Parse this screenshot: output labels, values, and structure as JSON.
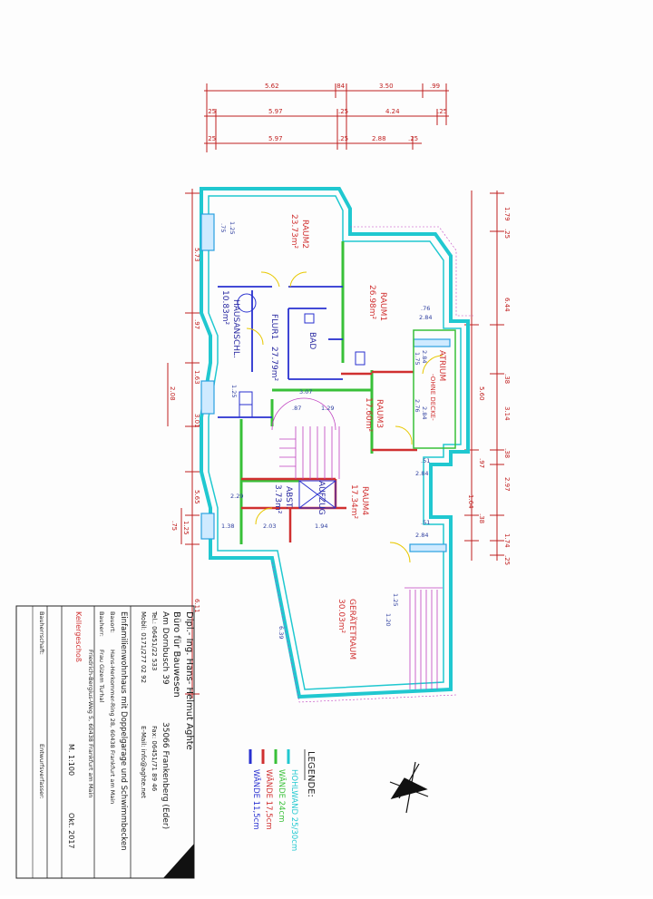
{
  "dimensions_top": {
    "row1": [
      "5.62",
      ".84",
      "3.50",
      ".99"
    ],
    "row2": [
      ".25",
      "5.97",
      ".25",
      "4.24",
      ".25"
    ],
    "row3": [
      ".25",
      "5.97",
      ".25",
      "2.88",
      ".25"
    ]
  },
  "dimensions_right": [
    "1.79",
    ".25",
    "6.44",
    ".38",
    "5.60",
    "3.14",
    ".38",
    ".97",
    "2.97",
    "1.64",
    ".38",
    "1.74",
    ".25"
  ],
  "dimensions_left": [
    "5.73",
    ".97",
    "1.63",
    "2.08",
    "3.01",
    "5.65",
    ".75",
    "1.25",
    "6.11"
  ],
  "rooms": {
    "raum2": {
      "name": "RAUM2",
      "area": "23.73m²"
    },
    "raum1": {
      "name": "RAUM1",
      "area": "26.98m²"
    },
    "hausanschl": {
      "name": "HAUSANSCHL.",
      "area": "10.83m²"
    },
    "flur1": {
      "name": "FLUR1",
      "area": "27.79m²"
    },
    "bad": {
      "name": "BAD",
      "area": ""
    },
    "atrium": {
      "name": "ATRIUM",
      "area": "-OHNE DECKE-"
    },
    "raum3": {
      "name": "RAUM3",
      "area": "17.60m²"
    },
    "raum4": {
      "name": "RAUM4",
      "area": "17.34m²"
    },
    "abst": {
      "name": "ABST.",
      "area": "3.73m²"
    },
    "aufzug": {
      "name": "AUFZUG",
      "area": ""
    },
    "geraeteraum": {
      "name": "GERÄTETRAUM",
      "area": "30.03m²"
    }
  },
  "inner_dims": [
    "1.25",
    ".75",
    ".76",
    "2.84",
    "1.75",
    "2.84",
    "3.07",
    "1.29",
    ".87",
    "2.76",
    "2.84",
    "1.25",
    ".51",
    "2.84",
    "2.29",
    "1.38",
    "2.03",
    "1.94",
    ".51",
    "2.84",
    "1.25",
    "1.20",
    "6.39"
  ],
  "legend": {
    "title": "LEGENDE:",
    "items": [
      {
        "label": "HOHLWAND 25/30cm",
        "color": "#20c8d0"
      },
      {
        "label": "WÄNDE 24cm",
        "color": "#38c038"
      },
      {
        "label": "WÄNDE 17,5cm",
        "color": "#d03030"
      },
      {
        "label": "WÄNDE 11,5cm",
        "color": "#2830d0"
      }
    ]
  },
  "title_block": {
    "office_line1": "Dipl.- Ing. Hans- Helmut Aghte",
    "office_line2": "Büro für Bauwesen",
    "address": "Am Dornbusch 39",
    "city": "35066 Frankenberg (Eder)",
    "tel": "Tel.: 06451/22 533",
    "fax": "Fax: 06451/71 89 46",
    "mobil": "Mobil: 0171/277 02 92",
    "email": "E-Mail: info@aghte.net",
    "project": "Einfamilienwohnhaus mit Doppelgarage und Schwimmbecken",
    "bauort_label": "Bauort:",
    "bauort": "Hans-Herkommer-Ring 28, 60438 Frankfurt am Main",
    "bauherr_label": "Bauherr:",
    "bauherr": "Frau Gizem Turhal",
    "bauherr_addr": "Friedrich-Bergius-Weg 5, 60438 Frankfurt am Main",
    "plan_name": "Kellergeschoß",
    "scale": "M. 1:100",
    "date": "Okt. 2017",
    "bauherrschaft": "Bauherrschaft:",
    "entwurf": "Entwurfsverfasser:"
  },
  "colors": {
    "hohlwand": "#20c8d0",
    "wand24": "#38c038",
    "wand175": "#d03030",
    "wand115": "#2830d0",
    "dim": "#c02020",
    "window": "#8fd0ff",
    "stairs": "#c040c0",
    "text_blue": "#2828a0"
  }
}
